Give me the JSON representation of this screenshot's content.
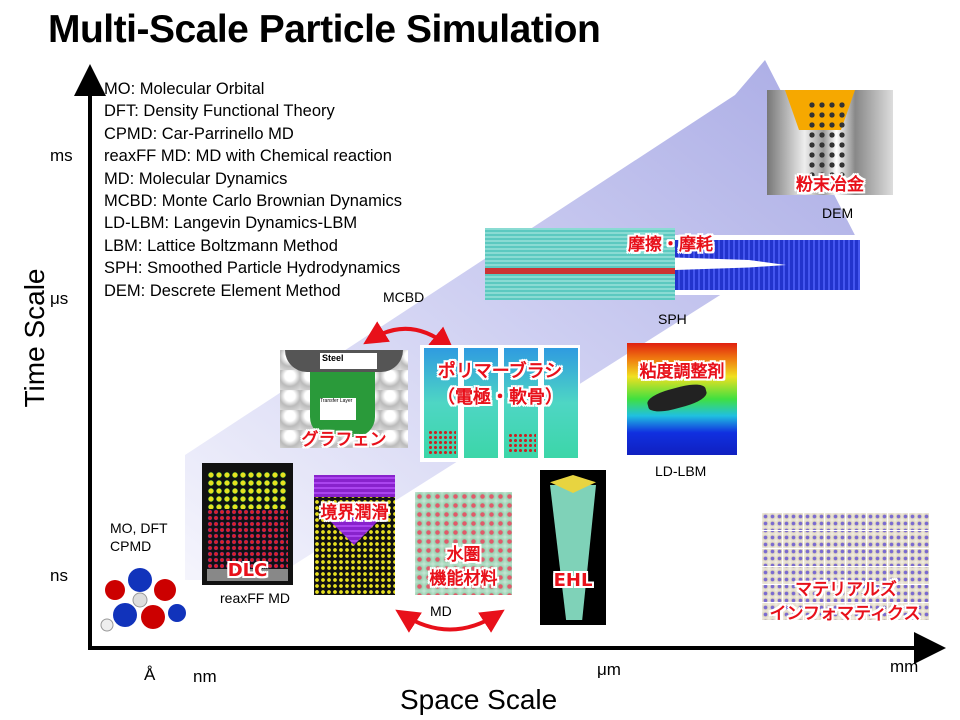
{
  "title": "Multi-Scale Particle Simulation",
  "legend": [
    "MO: Molecular Orbital",
    "DFT: Density Functional Theory",
    "CPMD: Car-Parrinello MD",
    "reaxFF MD: MD with Chemical reaction",
    "MD: Molecular Dynamics",
    "MCBD: Monte Carlo Brownian Dynamics",
    "LD-LBM: Langevin Dynamics-LBM",
    "LBM: Lattice Boltzmann Method",
    "SPH: Smoothed Particle Hydrodynamics",
    "DEM: Descrete Element Method"
  ],
  "axes": {
    "y_label": "Time Scale",
    "x_label": "Space Scale",
    "y_ticks": [
      "ms",
      "μs",
      "ns"
    ],
    "x_ticks": [
      "Å",
      "nm",
      "μm",
      "mm"
    ]
  },
  "methods": {
    "dem": "DEM",
    "sph": "SPH",
    "mcbd": "MCBD",
    "ld_lbm": "LD-LBM",
    "reaxff": "reaxFF MD",
    "md": "MD",
    "mo_dft": "MO, DFT",
    "cpmd": "CPMD"
  },
  "topics": {
    "powder": "粉末冶金",
    "friction": "摩擦・摩耗",
    "graphene": "グラフェン",
    "polymer_1": "ポリマーブラシ",
    "polymer_2": "（電極・軟骨）",
    "viscosity": "粘度調整剤",
    "dlc": "DLC",
    "boundary": "境界潤滑",
    "aqua_1": "水圏",
    "aqua_2": "機能材料",
    "ehl": "EHL",
    "mi_1": "マテリアルズ",
    "mi_2": "インフォマティクス",
    "steel": "Steel",
    "transfer": "Transfer Layer"
  },
  "colors": {
    "accent_red": "#e8101a",
    "band": "#9a9ce0"
  }
}
